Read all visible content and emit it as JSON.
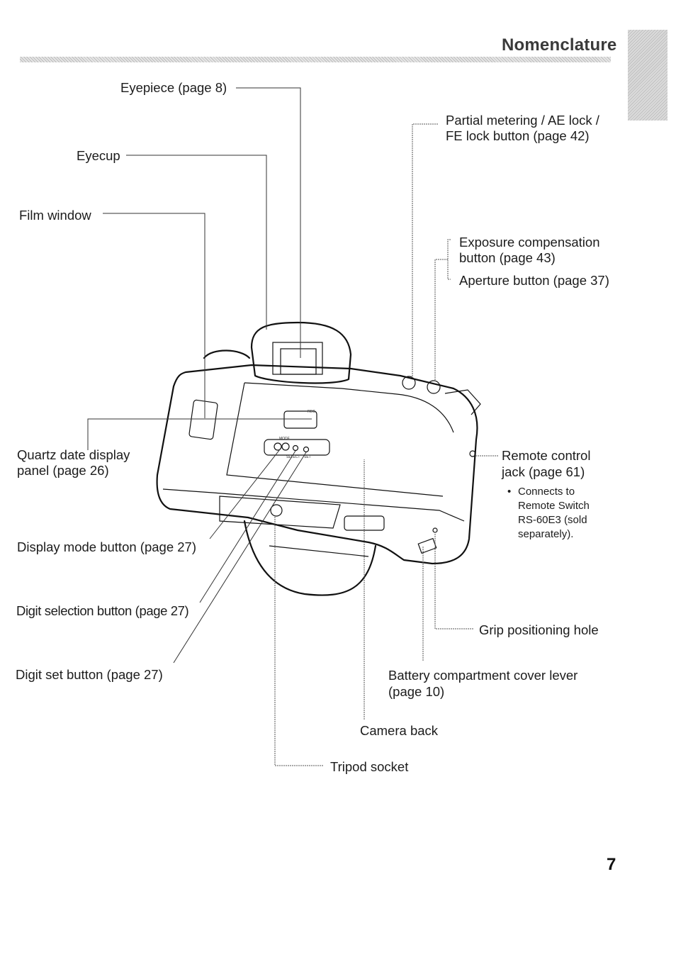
{
  "header": {
    "section_title": "Nomenclature"
  },
  "page_number": "7",
  "labels": {
    "eyepiece": "Eyepiece (page 8)",
    "eyecup": "Eyecup",
    "film_window": "Film window",
    "quartz_date_line1": "Quartz date display",
    "quartz_date_line2": "panel (page 26)",
    "display_mode": "Display mode button (page 27)",
    "digit_selection": "Digit selection button (page 27)",
    "digit_set": "Digit set button (page 27)",
    "partial_metering_line1": "Partial metering / AE lock /",
    "partial_metering_line2": "FE lock button (page 42)",
    "exposure_comp_line1": "Exposure compensation",
    "exposure_comp_line2": "button (page 43)",
    "aperture": "Aperture button (page 37)",
    "remote_jack_line1": "Remote control",
    "remote_jack_line2": "jack (page 61)",
    "remote_note_bullet": "•",
    "remote_note_lines": [
      "Connects to",
      "Remote Switch",
      "RS-60E3 (sold",
      "separately)."
    ],
    "grip_hole": "Grip positioning hole",
    "battery_lever_line1": "Battery compartment cover lever",
    "battery_lever_line2": "(page 10)",
    "camera_back": "Camera back",
    "tripod_socket": "Tripod socket"
  },
  "camera_markings": {
    "rec": "REC",
    "mode": "MODE",
    "select": "SELECT",
    "set": "SET"
  }
}
